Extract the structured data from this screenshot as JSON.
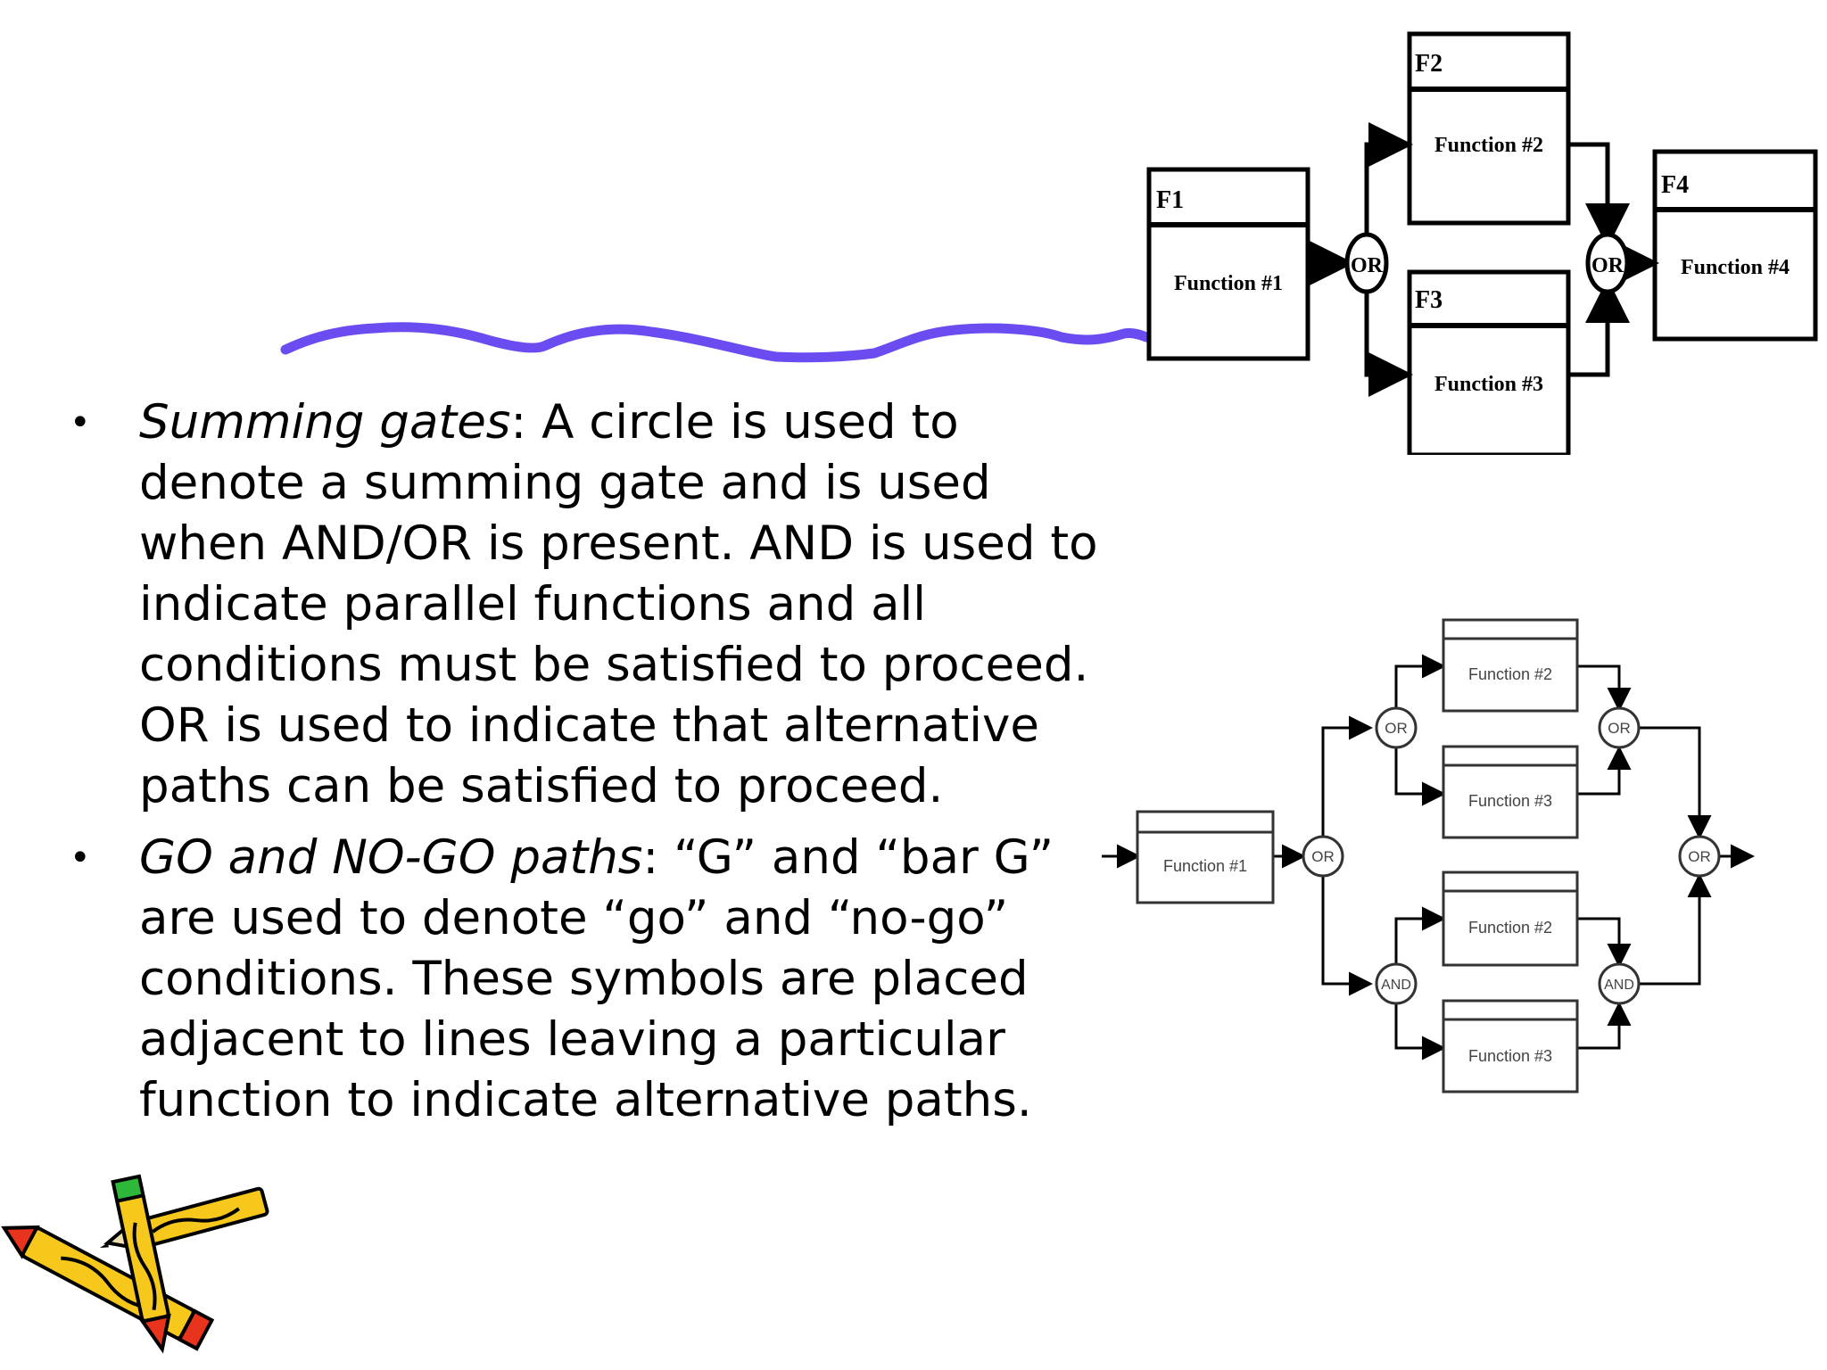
{
  "colors": {
    "wave": "#6a4cf0",
    "ink": "#000000",
    "gray_ink": "#444444"
  },
  "bullets": [
    {
      "term": "Summing gates",
      "text": ": A circle is used to denote a summing gate and is used when AND/OR is present. AND is used to indicate parallel functions and all conditions must be satisfied to proceed. OR is used to indicate that alternative paths can be satisfied to proceed."
    },
    {
      "term": "GO and NO-GO paths",
      "text": ": “G” and “bar G” are used to denote “go” and “no-go” conditions. These symbols are placed adjacent to lines leaving a particular function to indicate alternative paths."
    }
  ],
  "diagram_top": {
    "f1": {
      "tag": "F1",
      "label": "Function #1"
    },
    "f2": {
      "tag": "F2",
      "label": "Function #2"
    },
    "f3": {
      "tag": "F3",
      "label": "Function #3"
    },
    "f4": {
      "tag": "F4",
      "label": "Function #4"
    },
    "gate_left": "OR",
    "gate_right": "OR"
  },
  "diagram_bottom": {
    "f1": "Function #1",
    "or_top_f2": "Function #2",
    "or_top_f3": "Function #3",
    "and_f2": "Function #2",
    "and_f3": "Function #3",
    "gate_main": "OR",
    "gate_or_split": "OR",
    "gate_or_join": "OR",
    "gate_and_split": "AND",
    "gate_and_join": "AND",
    "gate_final": "OR"
  },
  "icons": {
    "pencils": "pencils-clipart-icon"
  }
}
